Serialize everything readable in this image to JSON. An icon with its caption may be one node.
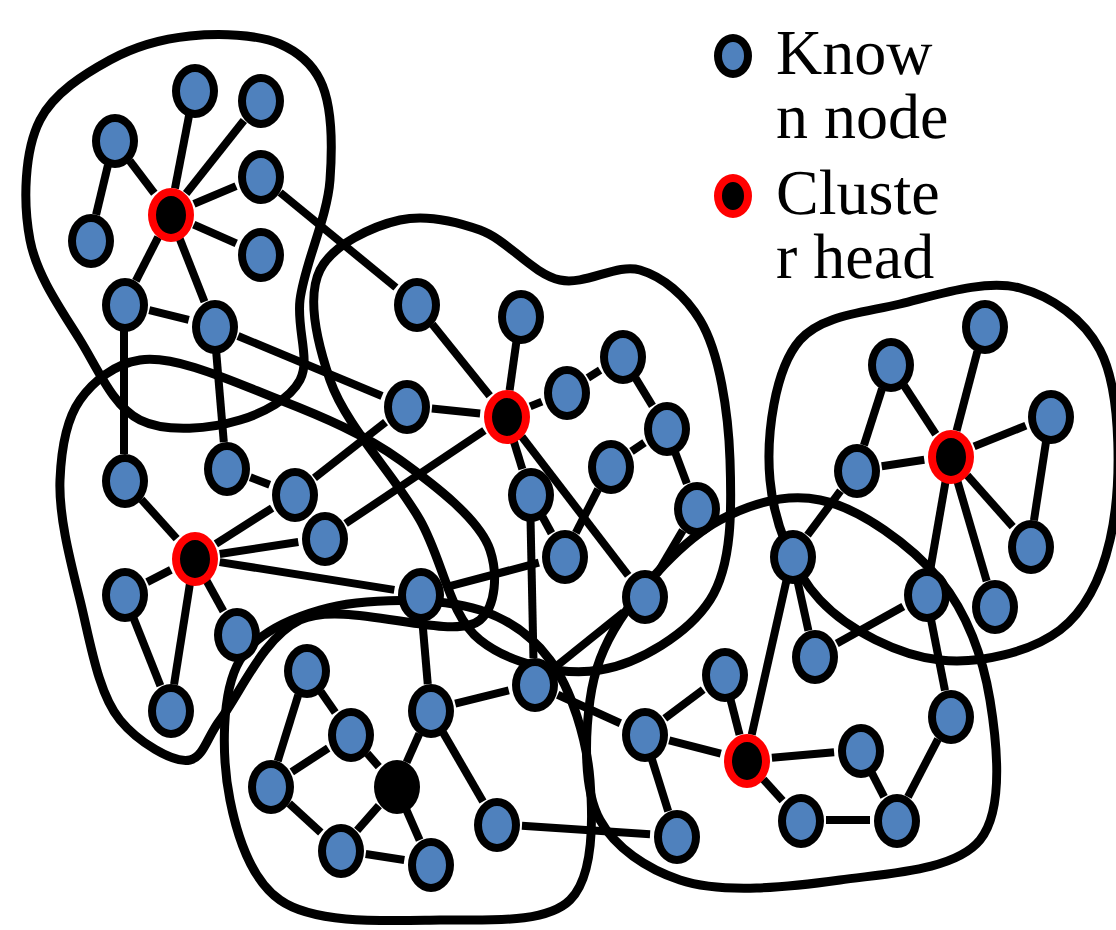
{
  "diagram": {
    "nodes": [
      {
        "text": [],
        "shape": "circle"
      },
      {
        "text": [],
        "shape": "circle"
      },
      {
        "text": [],
        "shape": "circle"
      },
      {
        "text": [],
        "shape": "circle"
      },
      {
        "text": [],
        "shape": "circle"
      },
      {
        "text": [],
        "shape": "circle"
      },
      {
        "text": [],
        "shape": "circle"
      },
      {
        "text": [],
        "shape": "circle"
      },
      {
        "text": [],
        "shape": "circle"
      },
      {
        "text": [],
        "shape": "circle"
      },
      {
        "text": [],
        "shape": "circle"
      },
      {
        "text": [],
        "shape": "circle"
      },
      {
        "text": [],
        "shape": "circle"
      },
      {
        "text": [],
        "shape": "circle"
      },
      {
        "text": [],
        "shape": "circle"
      },
      {
        "text": [],
        "shape": "circle"
      },
      {
        "text": [],
        "shape": "circle"
      },
      {
        "text": [],
        "shape": "circle"
      },
      {
        "text": [],
        "shape": "circle"
      },
      {
        "text": [],
        "shape": "circle"
      },
      {
        "text": [],
        "shape": "circle"
      },
      {
        "text": [],
        "shape": "circle"
      },
      {
        "text": [],
        "shape": "circle"
      },
      {
        "text": [],
        "shape": "circle"
      },
      {
        "text": [],
        "shape": "circle"
      },
      {
        "text": [],
        "shape": "circle"
      },
      {
        "text": [],
        "shape": "circle"
      },
      {
        "text": [],
        "shape": "circle"
      },
      {
        "text": [],
        "shape": "circle"
      },
      {
        "text": [],
        "shape": "circle"
      },
      {
        "text": [],
        "shape": "circle"
      },
      {
        "text": [],
        "shape": "circle"
      },
      {
        "text": [],
        "shape": "circle"
      },
      {
        "text": [],
        "shape": "circle"
      },
      {
        "text": [],
        "shape": "circle"
      },
      {
        "text": [],
        "shape": "circle"
      },
      {
        "text": [],
        "shape": "circle"
      },
      {
        "text": [],
        "shape": "circle"
      },
      {
        "text": [],
        "shape": "circle"
      },
      {
        "text": [],
        "shape": "circle"
      },
      {
        "text": [],
        "shape": "circle"
      },
      {
        "text": [],
        "shape": "circle"
      },
      {
        "text": [],
        "shape": "circle"
      },
      {
        "text": [],
        "shape": "circle"
      },
      {
        "text": [],
        "shape": "circle"
      },
      {
        "text": [],
        "shape": "circle"
      },
      {
        "text": [],
        "shape": "circle"
      },
      {
        "text": [],
        "shape": "circle"
      },
      {
        "text": [],
        "shape": "circle"
      },
      {
        "text": [],
        "shape": "circle"
      },
      {
        "text": [],
        "shape": "circle"
      },
      {
        "text": [],
        "shape": "circle"
      },
      {
        "text": [],
        "shape": "circle"
      },
      {
        "text": [],
        "shape": "circle"
      },
      {
        "text": [],
        "shape": "circle"
      },
      {
        "text": [],
        "shape": "circle"
      },
      {
        "text": [],
        "shape": "circle"
      }
    ],
    "edges": [
      {
        "from": 0,
        "to": 1,
        "arrow": "none"
      },
      {
        "from": 0,
        "to": 2,
        "arrow": "none"
      },
      {
        "from": 0,
        "to": 3,
        "arrow": "none"
      },
      {
        "from": 0,
        "to": 4,
        "arrow": "none"
      },
      {
        "from": 0,
        "to": 6,
        "arrow": "none"
      },
      {
        "from": 3,
        "to": 5,
        "arrow": "none"
      },
      {
        "from": 0,
        "to": 7,
        "arrow": "none"
      },
      {
        "from": 0,
        "to": 8,
        "arrow": "none"
      },
      {
        "from": 7,
        "to": 8,
        "arrow": "none"
      },
      {
        "from": 4,
        "to": 9,
        "arrow": "none"
      },
      {
        "from": 8,
        "to": 12,
        "arrow": "none"
      },
      {
        "from": 9,
        "to": 11,
        "arrow": "none"
      },
      {
        "from": 10,
        "to": 11,
        "arrow": "none"
      },
      {
        "from": 12,
        "to": 11,
        "arrow": "none"
      },
      {
        "from": 11,
        "to": 13,
        "arrow": "none"
      },
      {
        "from": 13,
        "to": 14,
        "arrow": "none"
      },
      {
        "from": 14,
        "to": 15,
        "arrow": "none"
      },
      {
        "from": 16,
        "to": 15,
        "arrow": "none"
      },
      {
        "from": 16,
        "to": 19,
        "arrow": "none"
      },
      {
        "from": 15,
        "to": 17,
        "arrow": "none"
      },
      {
        "from": 17,
        "to": 20,
        "arrow": "none"
      },
      {
        "from": 11,
        "to": 20,
        "arrow": "none"
      },
      {
        "from": 11,
        "to": 18,
        "arrow": "none"
      },
      {
        "from": 18,
        "to": 19,
        "arrow": "none"
      },
      {
        "from": 18,
        "to": 37,
        "arrow": "none"
      },
      {
        "from": 20,
        "to": 37,
        "arrow": "none"
      },
      {
        "from": 26,
        "to": 19,
        "arrow": "none"
      },
      {
        "from": 11,
        "to": 25,
        "arrow": "none"
      },
      {
        "from": 12,
        "to": 23,
        "arrow": "none"
      },
      {
        "from": 22,
        "to": 23,
        "arrow": "none"
      },
      {
        "from": 8,
        "to": 22,
        "arrow": "none"
      },
      {
        "from": 7,
        "to": 21,
        "arrow": "none"
      },
      {
        "from": 21,
        "to": 24,
        "arrow": "none"
      },
      {
        "from": 24,
        "to": 23,
        "arrow": "none"
      },
      {
        "from": 24,
        "to": 25,
        "arrow": "none"
      },
      {
        "from": 24,
        "to": 26,
        "arrow": "none"
      },
      {
        "from": 24,
        "to": 27,
        "arrow": "none"
      },
      {
        "from": 27,
        "to": 29,
        "arrow": "none"
      },
      {
        "from": 24,
        "to": 29,
        "arrow": "none"
      },
      {
        "from": 24,
        "to": 28,
        "arrow": "none"
      },
      {
        "from": 30,
        "to": 31,
        "arrow": "none"
      },
      {
        "from": 30,
        "to": 32,
        "arrow": "none"
      },
      {
        "from": 32,
        "to": 31,
        "arrow": "none"
      },
      {
        "from": 32,
        "to": 34,
        "arrow": "none"
      },
      {
        "from": 31,
        "to": 33,
        "arrow": "none"
      },
      {
        "from": 34,
        "to": 33,
        "arrow": "none"
      },
      {
        "from": 34,
        "to": 35,
        "arrow": "none"
      },
      {
        "from": 33,
        "to": 35,
        "arrow": "none"
      },
      {
        "from": 33,
        "to": 36,
        "arrow": "none"
      },
      {
        "from": 26,
        "to": 36,
        "arrow": "none"
      },
      {
        "from": 36,
        "to": 37,
        "arrow": "none"
      },
      {
        "from": 36,
        "to": 38,
        "arrow": "none"
      },
      {
        "from": 37,
        "to": 39,
        "arrow": "none"
      },
      {
        "from": 39,
        "to": 41,
        "arrow": "none"
      },
      {
        "from": 39,
        "to": 40,
        "arrow": "none"
      },
      {
        "from": 40,
        "to": 41,
        "arrow": "none"
      },
      {
        "from": 39,
        "to": 42,
        "arrow": "none"
      },
      {
        "from": 38,
        "to": 42,
        "arrow": "none"
      },
      {
        "from": 46,
        "to": 43,
        "arrow": "none"
      },
      {
        "from": 46,
        "to": 44,
        "arrow": "none"
      },
      {
        "from": 44,
        "to": 47,
        "arrow": "none"
      },
      {
        "from": 47,
        "to": 46,
        "arrow": "none"
      },
      {
        "from": 46,
        "to": 45,
        "arrow": "none"
      },
      {
        "from": 45,
        "to": 49,
        "arrow": "none"
      },
      {
        "from": 46,
        "to": 49,
        "arrow": "none"
      },
      {
        "from": 46,
        "to": 50,
        "arrow": "none"
      },
      {
        "from": 46,
        "to": 51,
        "arrow": "none"
      },
      {
        "from": 48,
        "to": 47,
        "arrow": "none"
      },
      {
        "from": 48,
        "to": 52,
        "arrow": "none"
      },
      {
        "from": 52,
        "to": 50,
        "arrow": "none"
      },
      {
        "from": 48,
        "to": 41,
        "arrow": "none"
      },
      {
        "from": 50,
        "to": 53,
        "arrow": "none"
      },
      {
        "from": 41,
        "to": 54,
        "arrow": "none"
      },
      {
        "from": 41,
        "to": 55,
        "arrow": "none"
      },
      {
        "from": 54,
        "to": 56,
        "arrow": "none"
      },
      {
        "from": 55,
        "to": 56,
        "arrow": "none"
      },
      {
        "from": 56,
        "to": 53,
        "arrow": "none"
      }
    ],
    "legend": [
      {
        "text": "Known node",
        "color": "#4f81bd"
      },
      {
        "text": "Cluster head",
        "color": "#ff0000"
      }
    ]
  }
}
